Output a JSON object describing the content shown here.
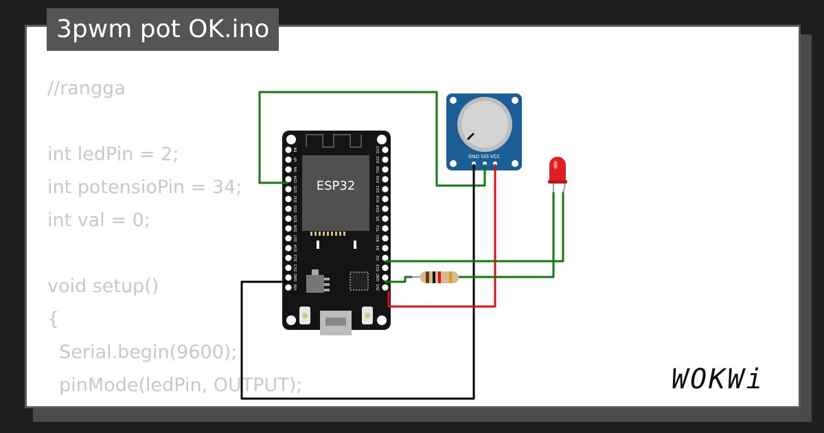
{
  "project": {
    "title": "3pwm pot OK.ino"
  },
  "code": {
    "lines": [
      "//rangga",
      "",
      "int ledPin = 2;",
      "int potensioPin = 34;",
      "int val = 0;",
      "",
      "void setup()",
      "{",
      "  Serial.begin(9600);",
      "  pinMode(ledPin, OUTPUT);",
      "}"
    ]
  },
  "board": {
    "name": "ESP32",
    "left_pins": [
      "EN",
      "VP",
      "VN",
      "D34",
      "D35",
      "D32",
      "D33",
      "D25",
      "D26",
      "D27",
      "D14",
      "D12",
      "D13",
      "GND",
      "VIN"
    ],
    "right_pins": [
      "D23",
      "D22",
      "TX0",
      "RX0",
      "D21",
      "D19",
      "D18",
      "D5",
      "TX2",
      "RX2",
      "D4",
      "D2",
      "D15",
      "GND",
      "3V3"
    ]
  },
  "potentiometer": {
    "pins": [
      "GND",
      "SIG",
      "VCC"
    ]
  },
  "brand": {
    "logo": "WOKWi"
  },
  "colors": {
    "wire_green": "#117711",
    "wire_red": "#dd1111",
    "wire_black": "#000000",
    "pot_blue": "#1b5e96",
    "led_red": "#e02020",
    "board_black": "#141414"
  }
}
